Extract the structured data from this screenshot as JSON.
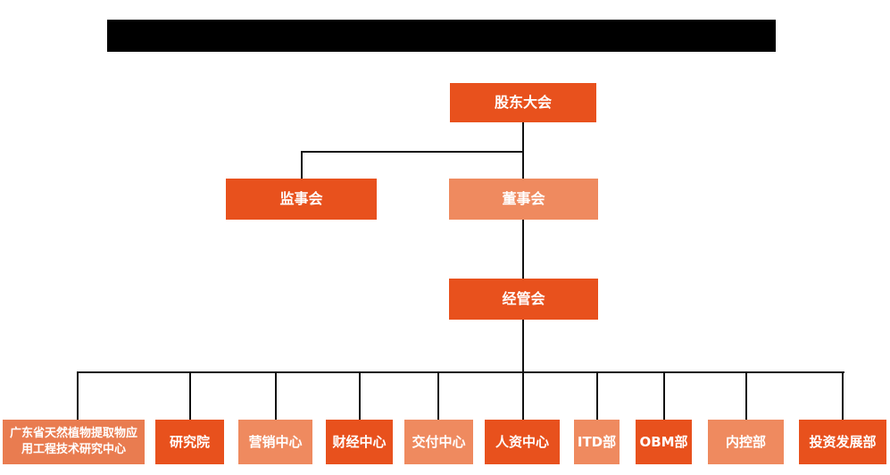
{
  "diagram_type": "org-chart",
  "title_bar": {
    "type": "redacted-black-bar",
    "color": "#000000"
  },
  "colors": {
    "primary_box": "#e8511d",
    "secondary_box": "#ef8a5f",
    "tertiary_box": "#e97c50",
    "connector_line": "#111111",
    "box_text": "#ffffff",
    "background": "#ffffff"
  },
  "org": {
    "shareholders": {
      "label": "股东大会"
    },
    "supervisory": {
      "label": "监事会"
    },
    "board": {
      "label": "董事会"
    },
    "management": {
      "label": "经管会"
    },
    "departments": [
      {
        "label": "广东省天然植物提取物应用工程技术研究中心"
      },
      {
        "label": "研究院"
      },
      {
        "label": "营销中心"
      },
      {
        "label": "财经中心"
      },
      {
        "label": "交付中心"
      },
      {
        "label": "人资中心"
      },
      {
        "label": "ITD部"
      },
      {
        "label": "OBM部"
      },
      {
        "label": "内控部"
      },
      {
        "label": "投资发展部"
      }
    ]
  }
}
